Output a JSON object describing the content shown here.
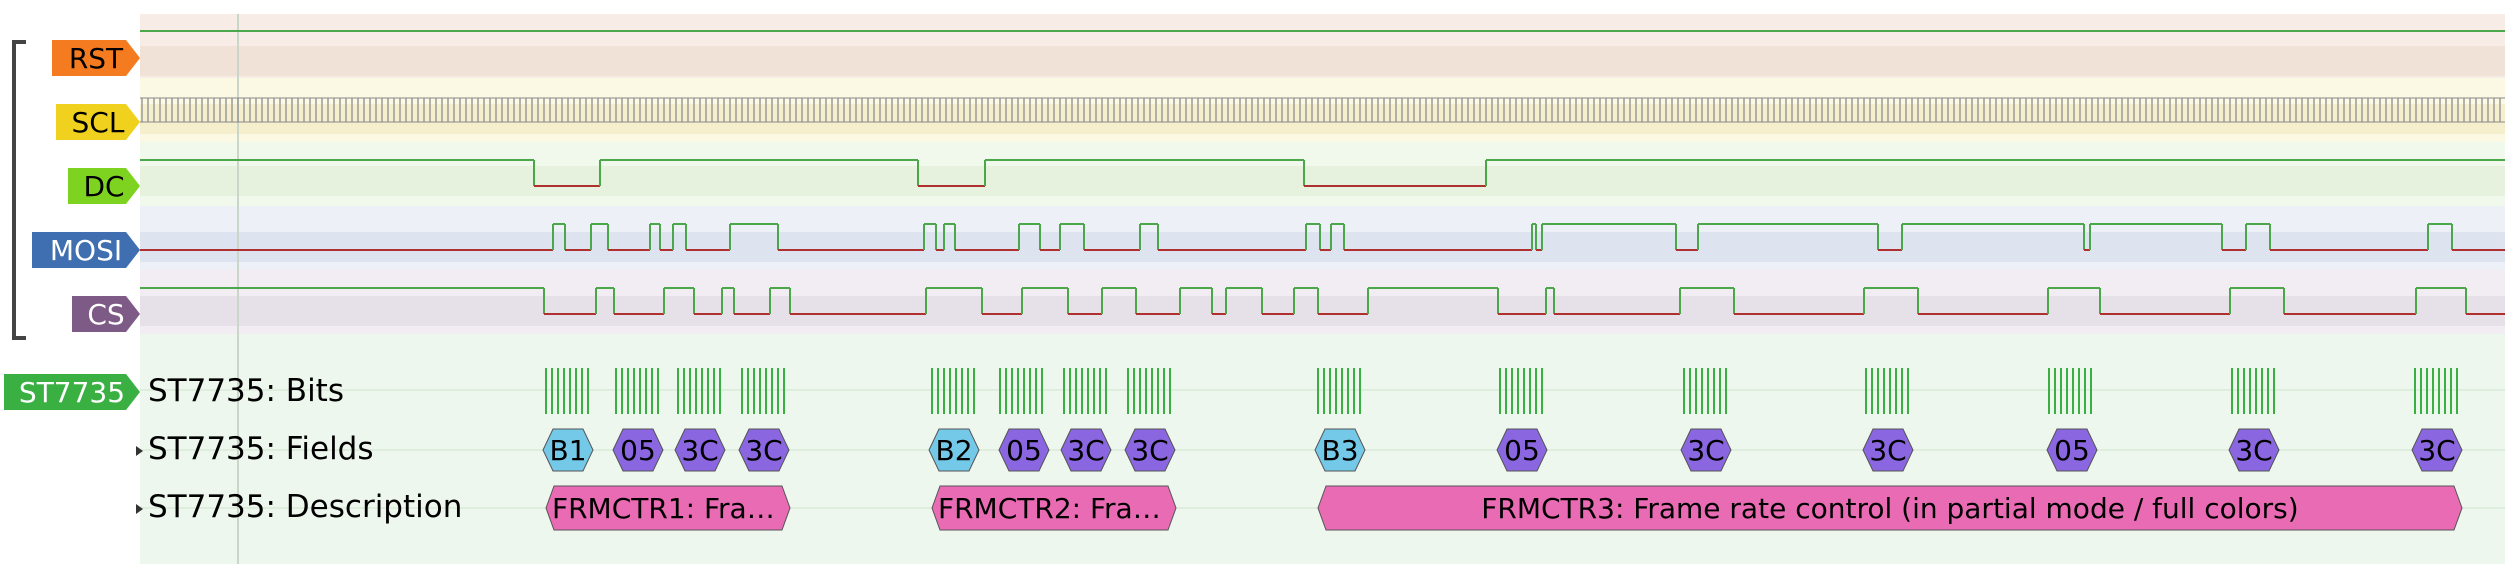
{
  "channels": [
    {
      "id": "rst",
      "label": "RST",
      "color": "#f47b20"
    },
    {
      "id": "scl",
      "label": "SCL",
      "color": "#f0d21e"
    },
    {
      "id": "dc",
      "label": "DC",
      "color": "#7ed321"
    },
    {
      "id": "mosi",
      "label": "MOSI",
      "color": "#3f6fb0"
    },
    {
      "id": "cs",
      "label": "CS",
      "color": "#7e5a87"
    }
  ],
  "decoder": {
    "label": "ST7735",
    "color": "#3ab043"
  },
  "rows": {
    "bits": "ST7735: Bits",
    "fields": "ST7735: Fields",
    "description": "ST7735: Description"
  },
  "fields": [
    {
      "text": "B1",
      "kind": "cmd"
    },
    {
      "text": "05",
      "kind": "data"
    },
    {
      "text": "3C",
      "kind": "data"
    },
    {
      "text": "3C",
      "kind": "data"
    },
    {
      "text": "B2",
      "kind": "cmd"
    },
    {
      "text": "05",
      "kind": "data"
    },
    {
      "text": "3C",
      "kind": "data"
    },
    {
      "text": "3C",
      "kind": "data"
    },
    {
      "text": "B3",
      "kind": "cmd"
    },
    {
      "text": "05",
      "kind": "data"
    },
    {
      "text": "3C",
      "kind": "data"
    },
    {
      "text": "3C",
      "kind": "data"
    },
    {
      "text": "05",
      "kind": "data"
    },
    {
      "text": "3C",
      "kind": "data"
    },
    {
      "text": "3C",
      "kind": "data"
    }
  ],
  "descriptions": [
    {
      "text": "FRMCTR1: Fra…"
    },
    {
      "text": "FRMCTR2: Fra…"
    },
    {
      "text": "FRMCTR3: Frame rate control (in partial mode / full colors)"
    }
  ],
  "colors": {
    "signal_high": "#4aa84a",
    "signal_low": "#b03030",
    "bits": "#3ab043",
    "cmd_field": "#74c9e8",
    "data_field": "#8a66e0",
    "description": "#e86bb4",
    "decoder_bg": "#eef7ee"
  }
}
